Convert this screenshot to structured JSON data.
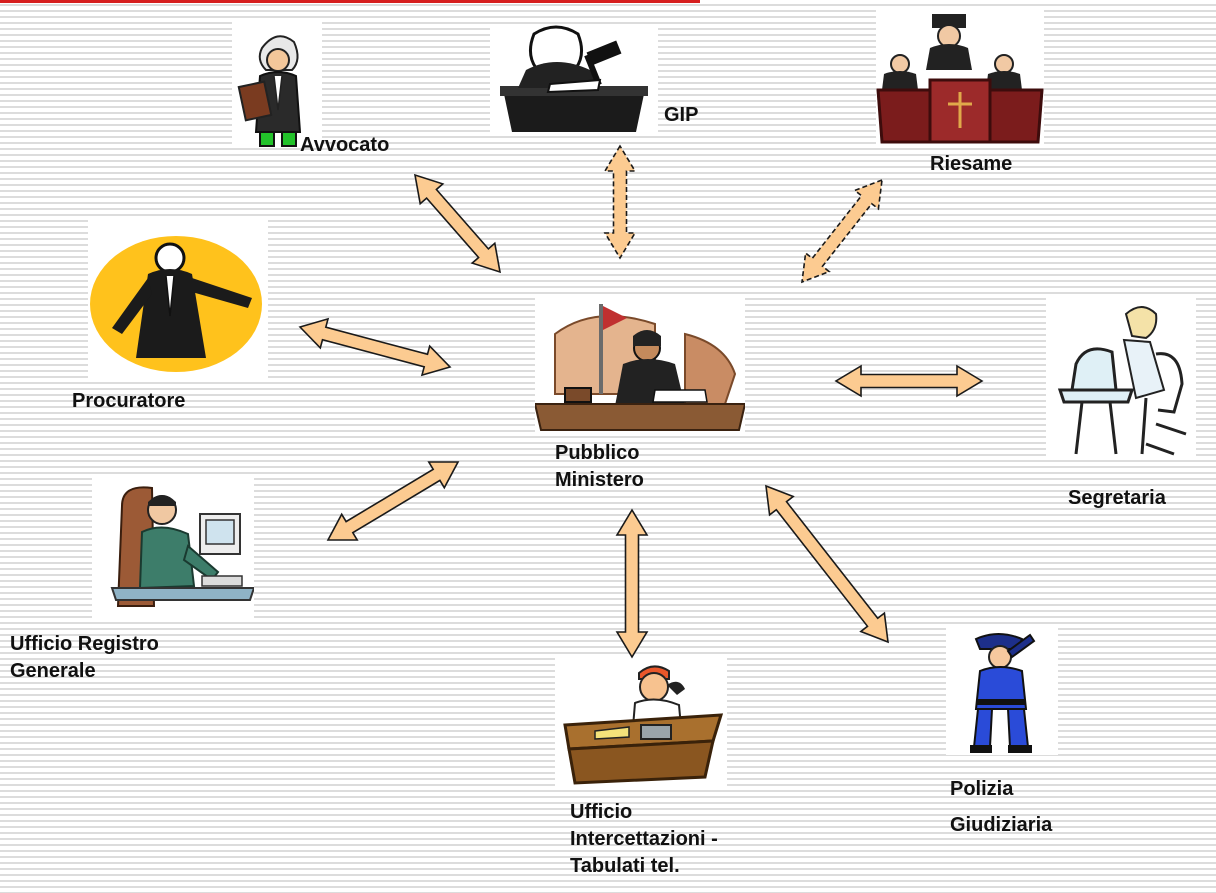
{
  "colors": {
    "arrow_fill": "#fccb91",
    "arrow_stroke": "#1a1a1a",
    "accent_line": "#d61f1f"
  },
  "nodes": {
    "avvocato": {
      "label": "Avvocato",
      "icon": "lawyer-icon"
    },
    "gip": {
      "label": "GIP",
      "icon": "judge-gavel-icon"
    },
    "riesame": {
      "label": "Riesame",
      "icon": "court-panel-icon"
    },
    "procuratore": {
      "label": "Procuratore",
      "icon": "prosecutor-icon"
    },
    "pm": {
      "label_line1": "Pubblico",
      "label_line2": "Ministero",
      "icon": "prosecutor-desk-icon"
    },
    "segretaria": {
      "label": "Segretaria",
      "icon": "secretary-icon"
    },
    "urg": {
      "label_line1": "Ufficio Registro",
      "label_line2": "Generale",
      "icon": "office-worker-icon"
    },
    "intercettazioni": {
      "label_line1": "Ufficio",
      "label_line2": "Intercettazioni -",
      "label_line3": "Tabulati tel.",
      "icon": "telephone-operator-icon"
    },
    "polizia": {
      "label_line1": "Polizia",
      "label_line2": "Giudiziaria",
      "icon": "police-officer-icon"
    }
  },
  "connections": [
    {
      "from": "avvocato",
      "to": "pm",
      "style": "solid"
    },
    {
      "from": "gip",
      "to": "pm",
      "style": "dashed"
    },
    {
      "from": "riesame",
      "to": "pm",
      "style": "dashed"
    },
    {
      "from": "procuratore",
      "to": "pm",
      "style": "solid"
    },
    {
      "from": "segretaria",
      "to": "pm",
      "style": "solid"
    },
    {
      "from": "urg",
      "to": "pm",
      "style": "solid"
    },
    {
      "from": "intercettazioni",
      "to": "pm",
      "style": "solid"
    },
    {
      "from": "polizia",
      "to": "pm",
      "style": "solid"
    }
  ]
}
